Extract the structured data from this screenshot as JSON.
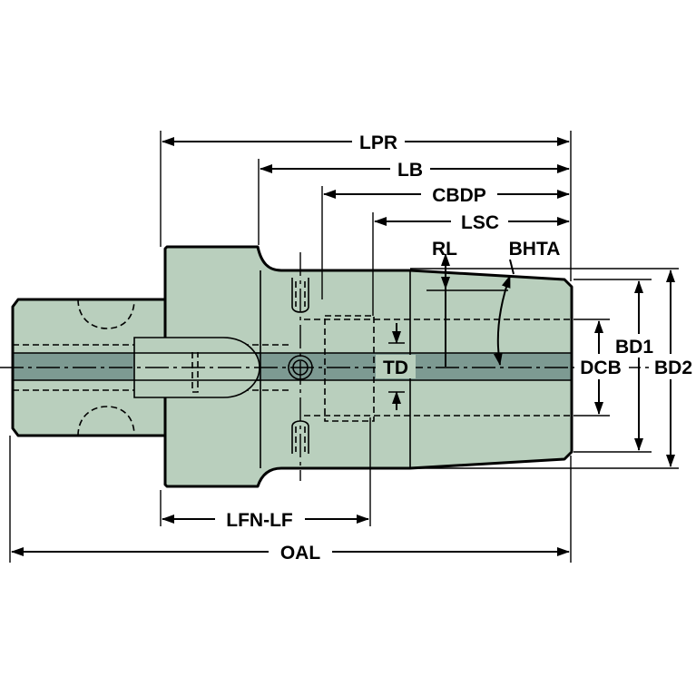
{
  "colors": {
    "body_fill": "#b9cfbd",
    "coolant_band": "#7d9a92",
    "outline": "#000000",
    "background": "#ffffff"
  },
  "dimensions": {
    "lpr": "LPR",
    "lb": "LB",
    "cbdp": "CBDP",
    "lsc": "LSC",
    "rl": "RL",
    "bhta": "BHTA",
    "bd1": "BD1",
    "bd2": "BD2",
    "dcb": "DCB",
    "td": "TD",
    "lfn_lf": "LFN-LF",
    "oal": "OAL"
  }
}
